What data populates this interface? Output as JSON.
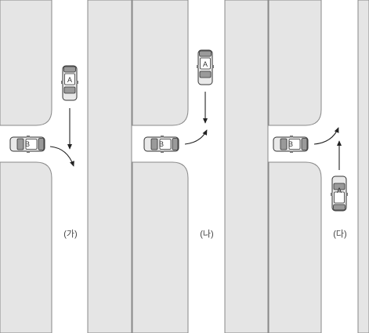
{
  "panels": [
    {
      "label": "(가)",
      "car_a": "A",
      "car_b": "B"
    },
    {
      "label": "(나)",
      "car_a": "A",
      "car_b": "B"
    },
    {
      "label": "(다)",
      "car_a": "A",
      "car_b": "B"
    }
  ],
  "colors": {
    "block": "#e5e5e5",
    "road": "#ffffff",
    "outline": "#888888"
  }
}
